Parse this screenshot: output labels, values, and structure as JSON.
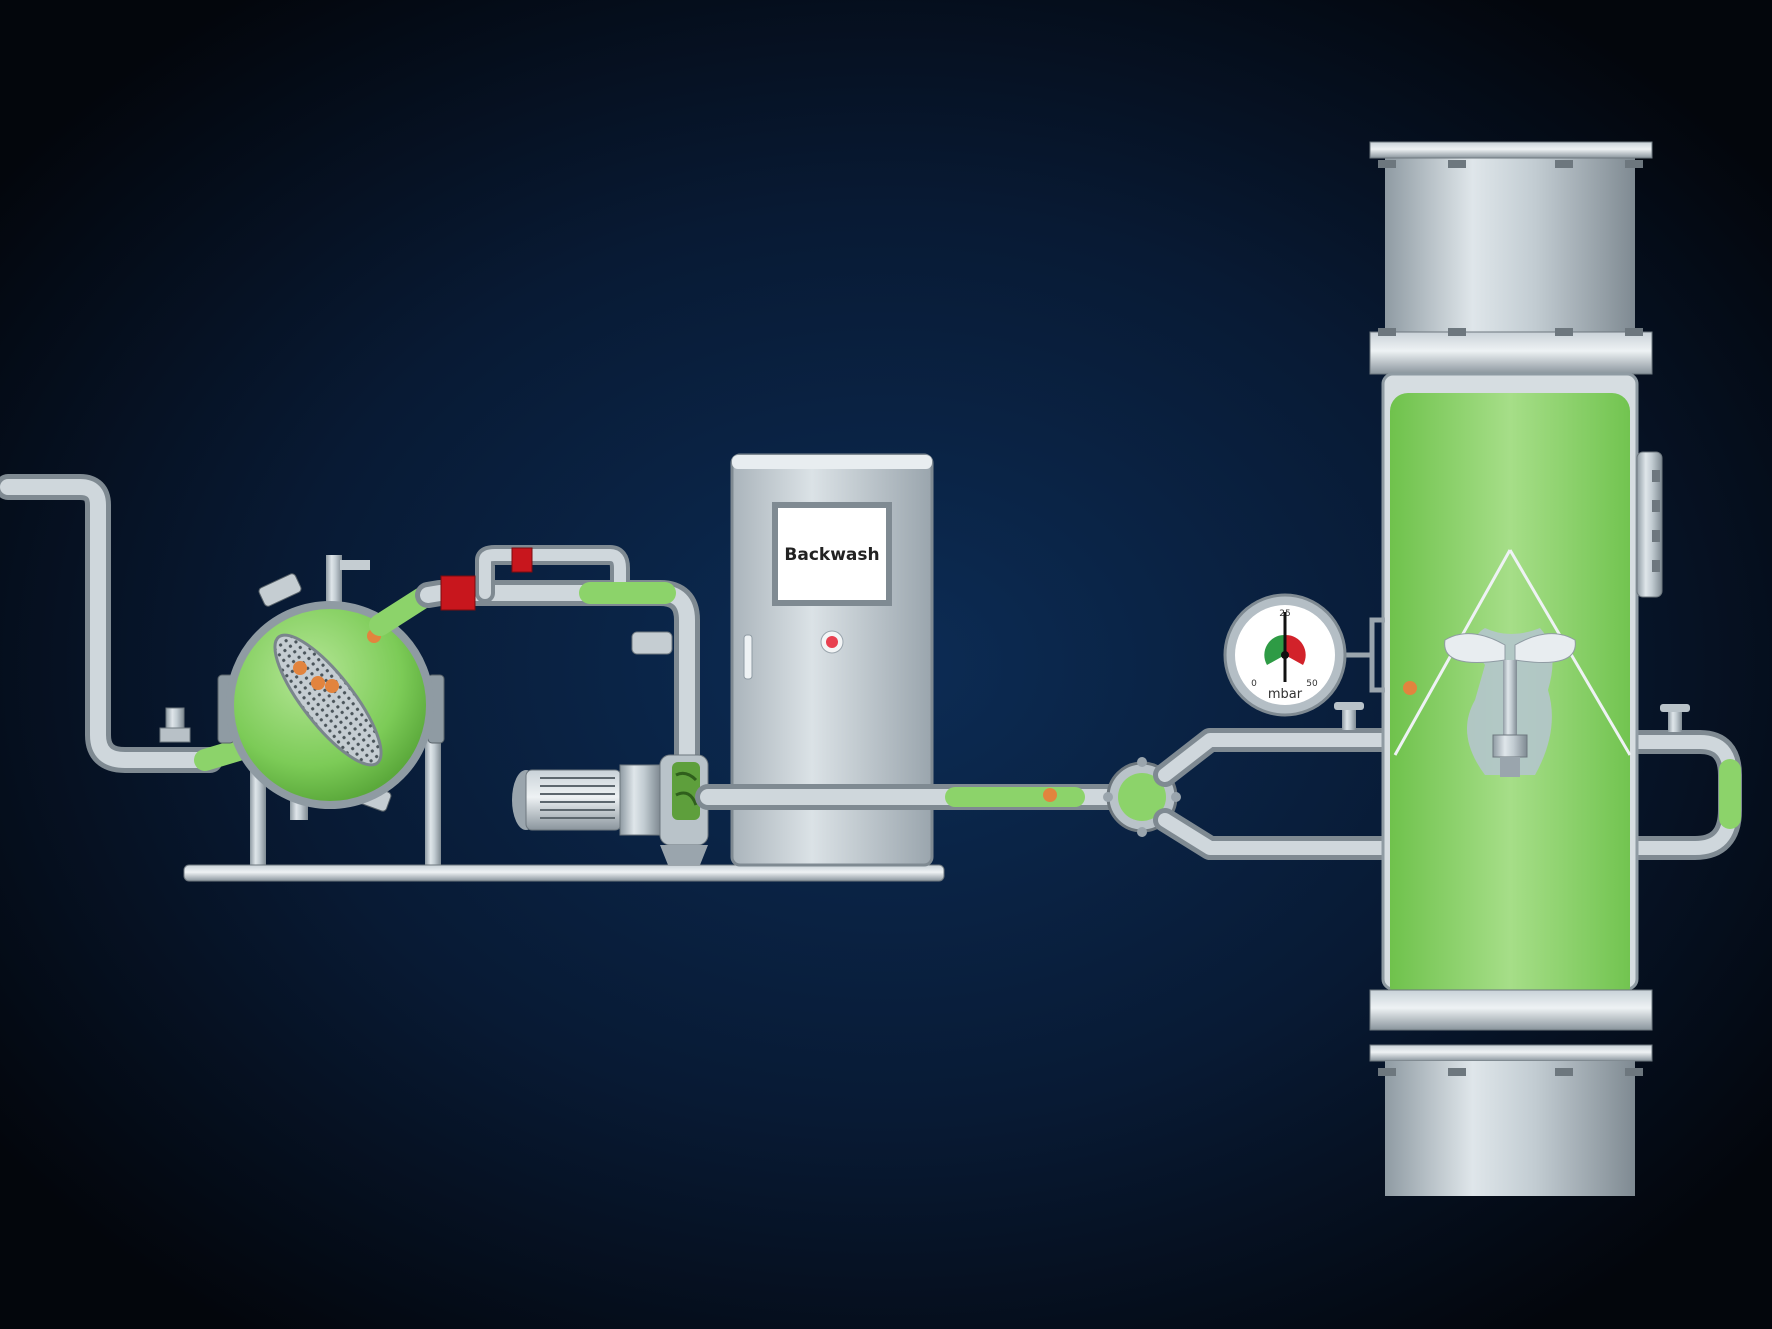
{
  "control_cabinet": {
    "screen_label": "Backwash"
  },
  "pressure_gauge": {
    "unit": "mbar",
    "scale_min": "0",
    "scale_mid": "25",
    "scale_max": "50",
    "reading_mbar": 25
  },
  "colors": {
    "background_center": "#0c2c55",
    "background_edge": "#03060c",
    "water_green": "#8cd36a",
    "steel_light": "#d4dde2",
    "steel_dark": "#8f9ba3",
    "valve_red": "#c8161d",
    "particle_orange": "#e2843e",
    "indicator_red": "#e84050"
  },
  "icons": [
    "motor-fan-icon",
    "indicator-light-icon",
    "valve-icon",
    "gauge-needle-icon"
  ]
}
